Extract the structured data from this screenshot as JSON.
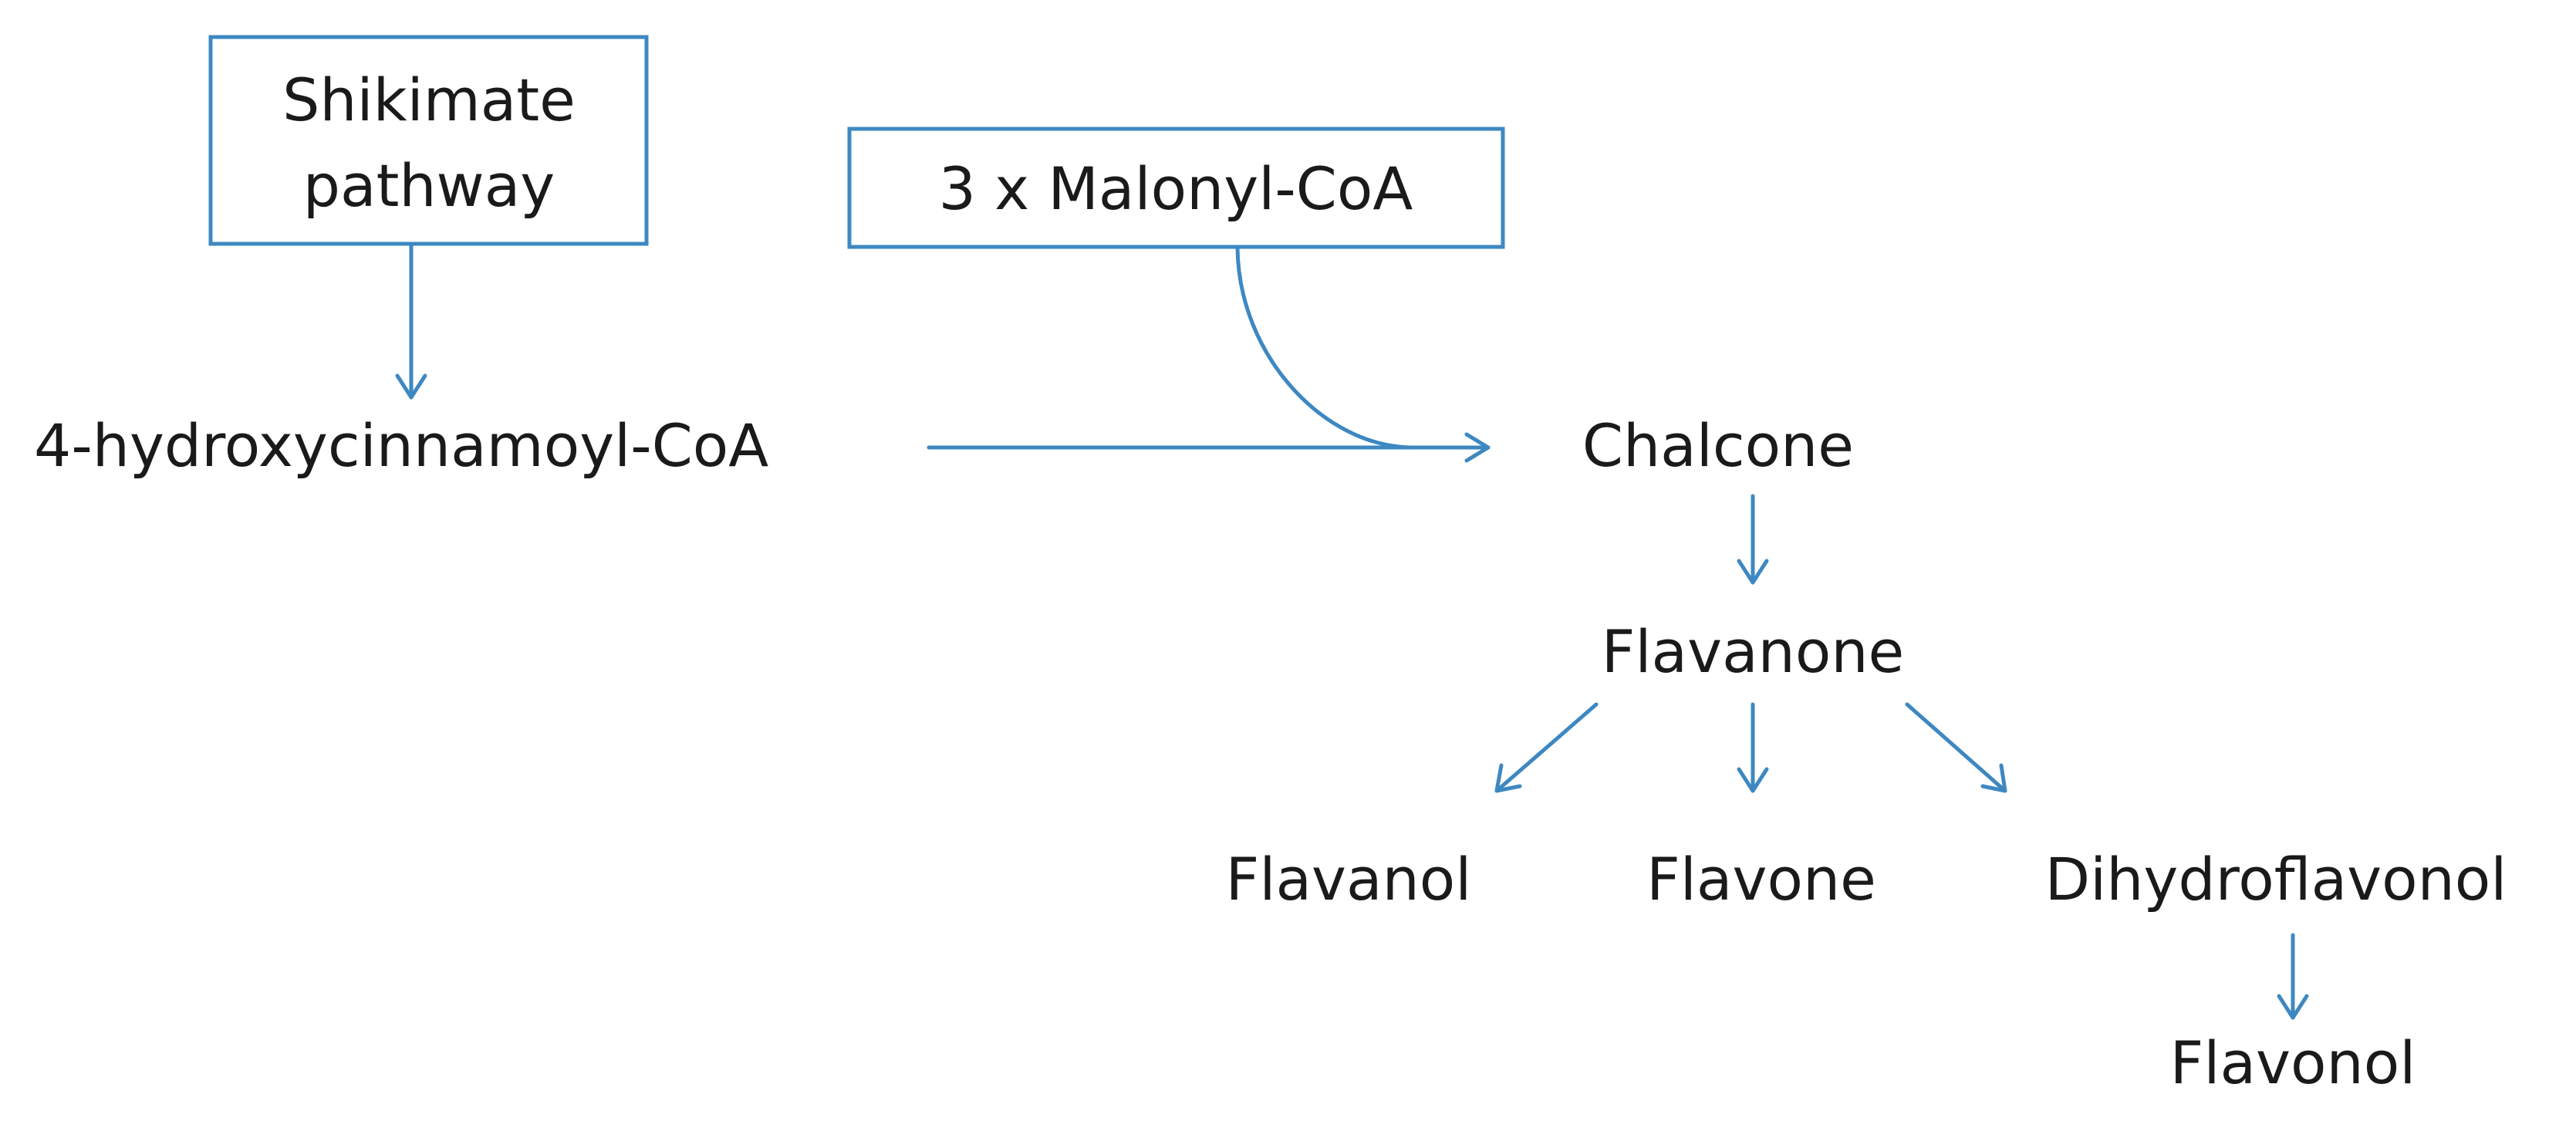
{
  "colors": {
    "accent": "#3e88c2",
    "text": "#1a1a1a",
    "background": "#ffffff"
  },
  "nodes": {
    "shikimate": {
      "line1": "Shikimate",
      "line2": "pathway"
    },
    "malonyl": "3 x Malonyl-CoA",
    "hydroxycinnamoyl": "4-hydroxycinnamoyl-CoA",
    "chalcone": "Chalcone",
    "flavanone": "Flavanone",
    "flavanol": "Flavanol",
    "flavone": "Flavone",
    "dihydroflavonol": "Dihydroflavonol",
    "flavonol": "Flavonol"
  },
  "edges": [
    {
      "from": "shikimate",
      "to": "hydroxycinnamoyl"
    },
    {
      "from": "hydroxycinnamoyl",
      "to": "chalcone"
    },
    {
      "from": "malonyl",
      "to": "chalcone"
    },
    {
      "from": "chalcone",
      "to": "flavanone"
    },
    {
      "from": "flavanone",
      "to": "flavanol"
    },
    {
      "from": "flavanone",
      "to": "flavone"
    },
    {
      "from": "flavanone",
      "to": "dihydroflavonol"
    },
    {
      "from": "dihydroflavonol",
      "to": "flavonol"
    }
  ]
}
